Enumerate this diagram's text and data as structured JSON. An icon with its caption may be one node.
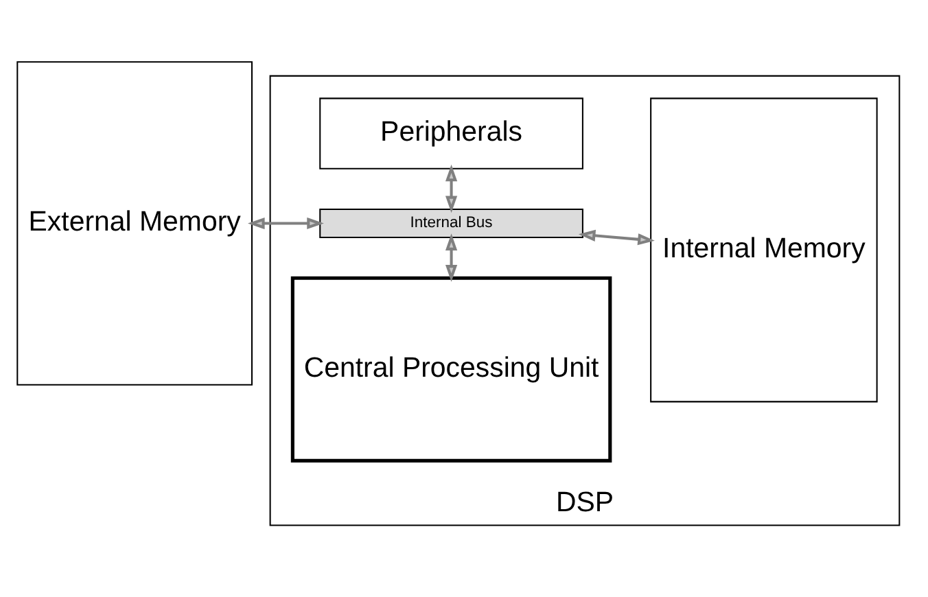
{
  "diagram": {
    "nodes": [
      {
        "text": [
          "External Memory"
        ]
      },
      {
        "text": [
          "DSP"
        ]
      },
      {
        "text": [
          "Central Processing Unit"
        ],
        "in": 1
      },
      {
        "text": [
          "Internal Bus"
        ],
        "in": 1
      },
      {
        "text": [
          "Internal Memory"
        ],
        "in": 1
      },
      {
        "text": [
          "Peripherals"
        ],
        "in": 1
      }
    ],
    "edges": [
      {
        "from": 0,
        "to": 3,
        "arrow": "both"
      },
      {
        "from": 2,
        "to": 3,
        "arrow": "both"
      },
      {
        "from": 3,
        "to": 5,
        "arrow": "both"
      },
      {
        "from": 3,
        "to": 4,
        "arrow": "both"
      }
    ]
  }
}
